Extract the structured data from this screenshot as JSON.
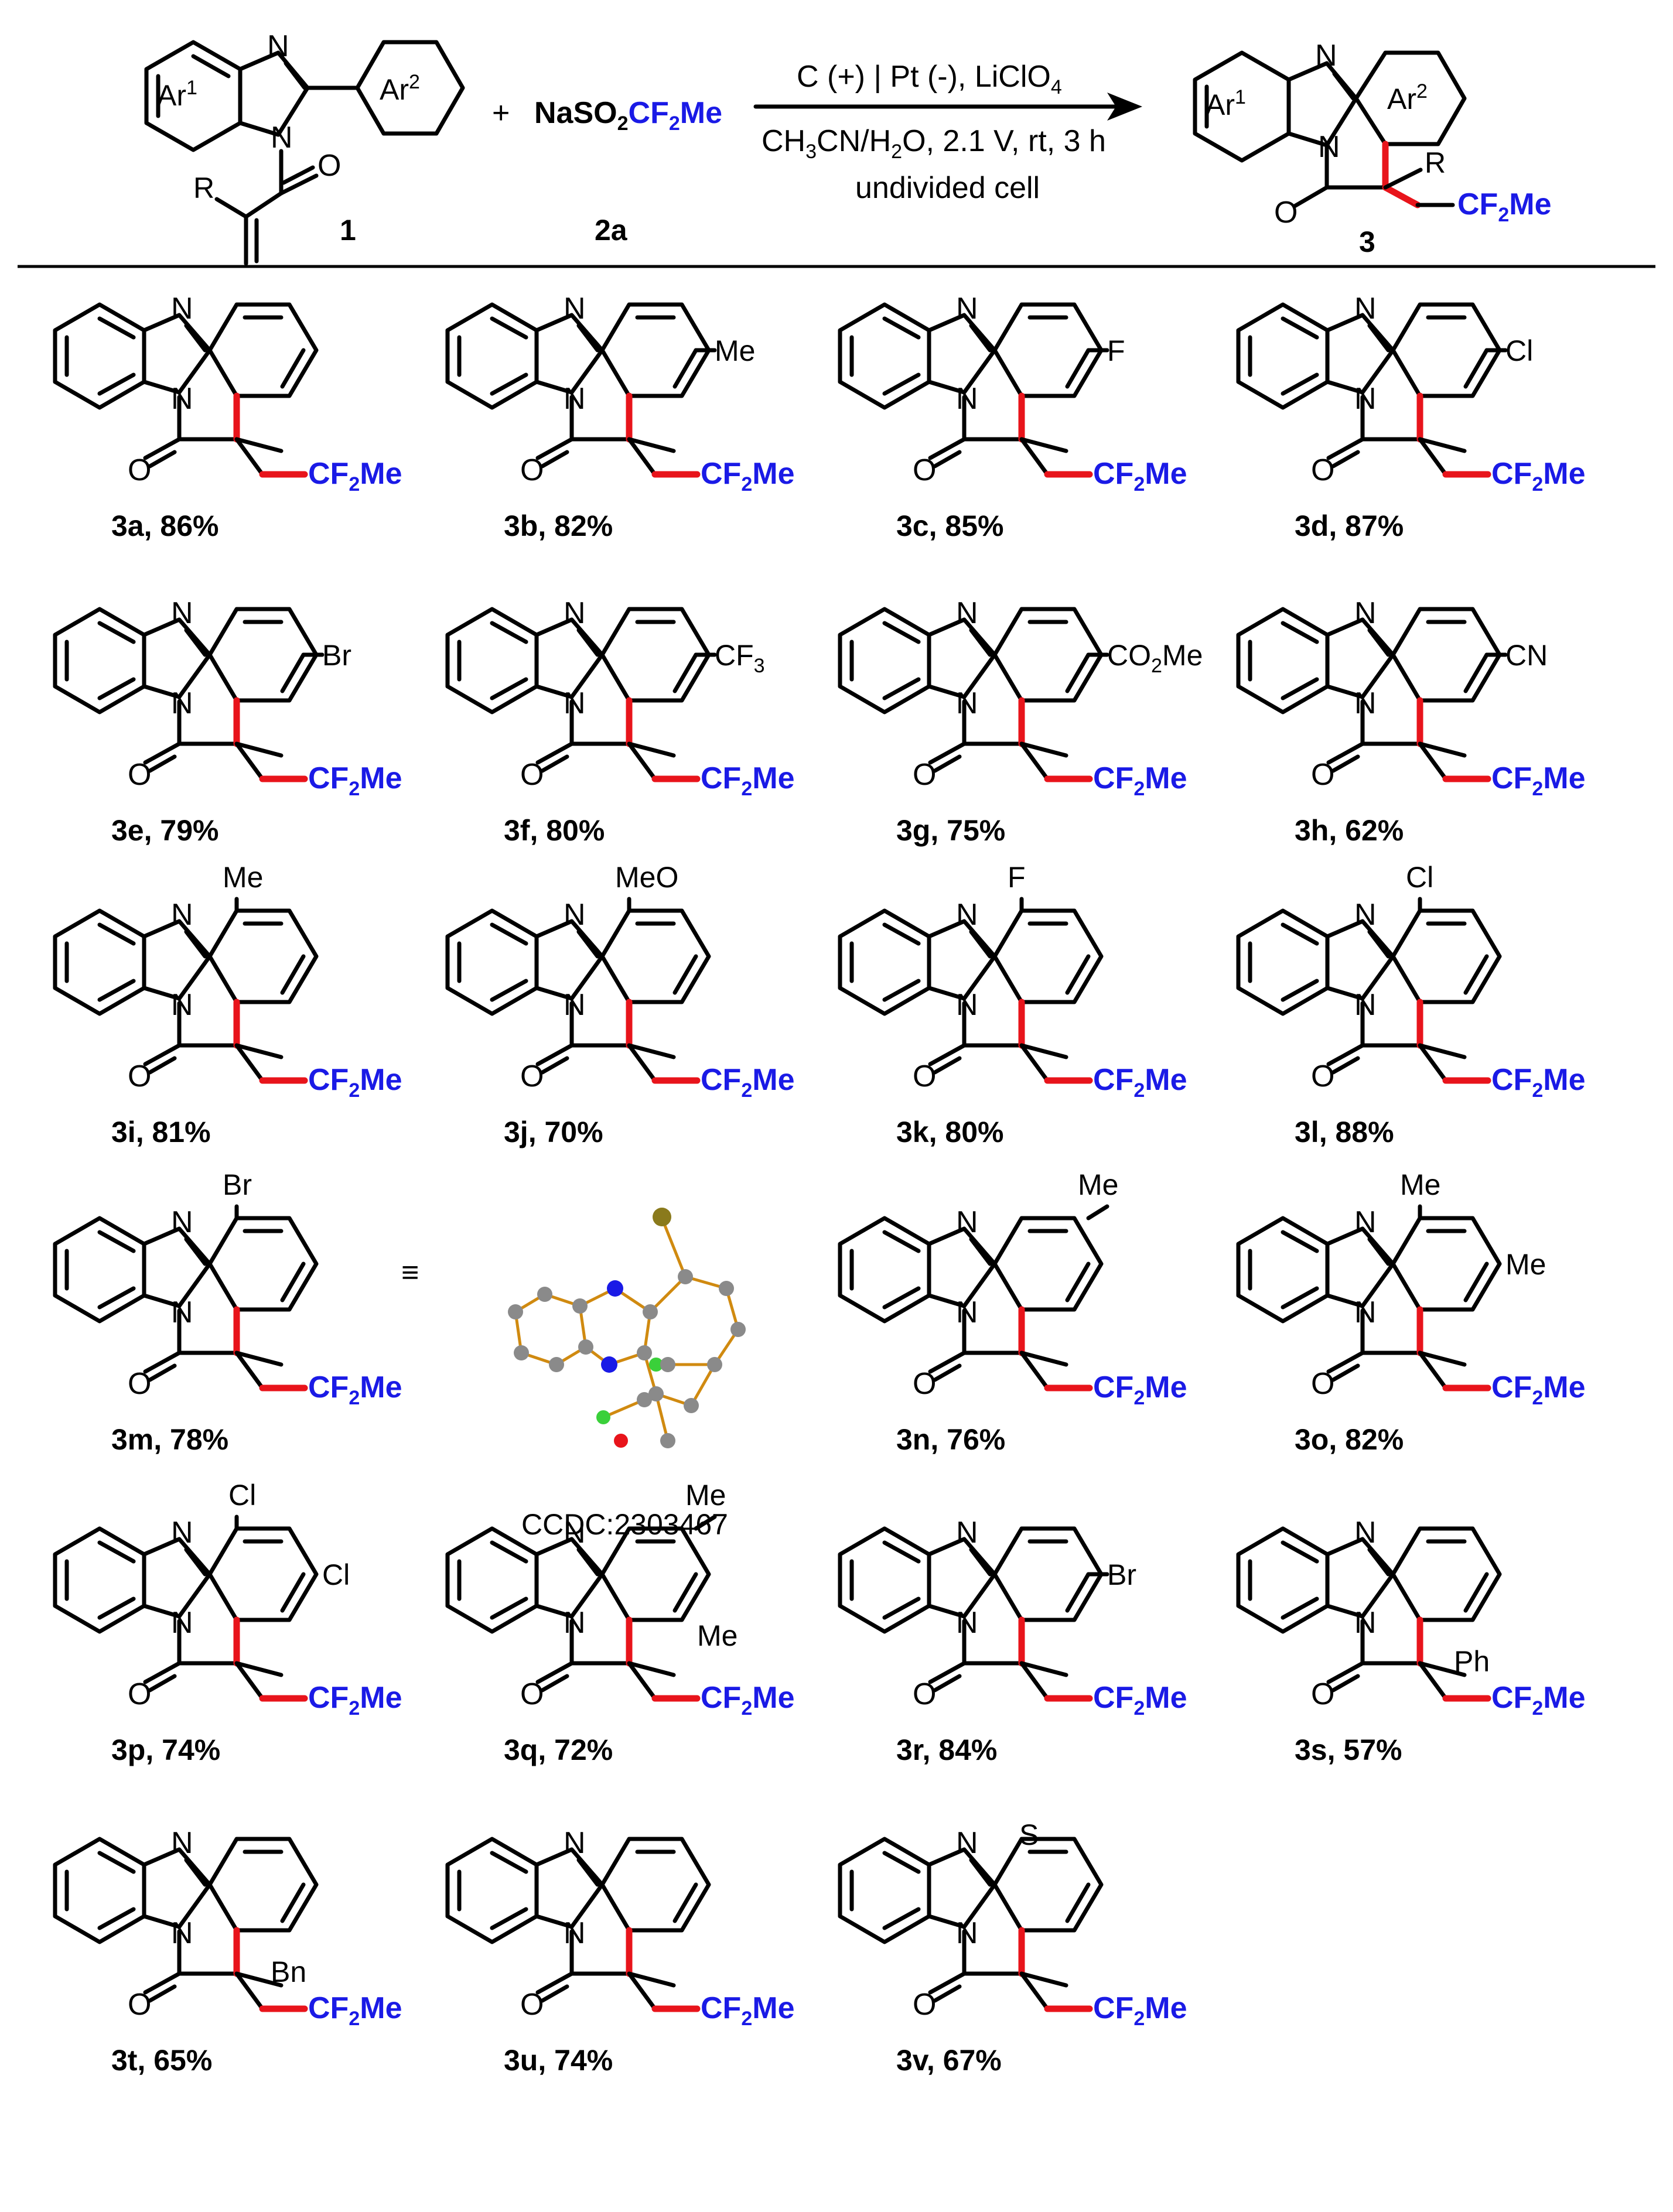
{
  "reaction": {
    "reactant1": {
      "label": "1",
      "ring_a": "Ar",
      "ring_a_sup": "1",
      "ring_b": "Ar",
      "ring_b_sup": "2",
      "substituent": "R",
      "carbonyl": "O",
      "n_top": "N",
      "n_bottom": "N"
    },
    "plus": "+",
    "reagent": {
      "label": "2a",
      "prefix": "NaSO",
      "sub2": "2",
      "suffix": "CF",
      "sub2b": "2",
      "tail": "Me"
    },
    "conditions": {
      "line1": "C (+) | Pt (-), LiClO",
      "line1_sub": "4",
      "line2_a": "CH",
      "line2_sub1": "3",
      "line2_b": "CN/H",
      "line2_sub2": "2",
      "line2_c": "O, 2.1 V, rt, 3 h",
      "line3": "undivided cell"
    },
    "product": {
      "label": "3",
      "ring_a": "Ar",
      "ring_a_sup": "1",
      "ring_b": "Ar",
      "ring_b_sup": "2",
      "substituent": "R",
      "carbonyl": "O",
      "n_top": "N",
      "n_bottom": "N"
    }
  },
  "group": {
    "cf": "CF",
    "sub": "2",
    "me": "Me",
    "n": "N",
    "o": "O"
  },
  "compounds": [
    {
      "id": "3a",
      "yield": "3a, 86%",
      "sub": ""
    },
    {
      "id": "3b",
      "yield": "3b, 82%",
      "sub": "Me"
    },
    {
      "id": "3c",
      "yield": "3c, 85%",
      "sub": "F"
    },
    {
      "id": "3d",
      "yield": "3d, 87%",
      "sub": "Cl"
    },
    {
      "id": "3e",
      "yield": "3e, 79%",
      "sub": "Br"
    },
    {
      "id": "3f",
      "yield": "3f, 80%",
      "sub": "CF",
      "sub_sub": "3"
    },
    {
      "id": "3g",
      "yield": "3g, 75%",
      "sub": "CO",
      "sub_sub": "2",
      "sub_tail": "Me"
    },
    {
      "id": "3h",
      "yield": "3h, 62%",
      "sub": "CN"
    },
    {
      "id": "3i",
      "yield": "3i, 81%",
      "sub": "Me"
    },
    {
      "id": "3j",
      "yield": "3j, 70%",
      "sub": "MeO"
    },
    {
      "id": "3k",
      "yield": "3k, 80%",
      "sub": "F"
    },
    {
      "id": "3l",
      "yield": "3l, 88%",
      "sub": "Cl"
    },
    {
      "id": "3m",
      "yield": "3m, 78%",
      "sub": "Br"
    },
    {
      "id": "3n",
      "yield": "3n, 76%",
      "sub": "Me"
    },
    {
      "id": "3o",
      "yield": "3o, 82%",
      "sub": "Me",
      "sub2": "Me"
    },
    {
      "id": "3p",
      "yield": "3p, 74%",
      "sub": "Cl",
      "sub2": "Cl"
    },
    {
      "id": "3q",
      "yield": "3q, 72%",
      "sub": "Me",
      "sub2": "Me"
    },
    {
      "id": "3r",
      "yield": "3r, 84%",
      "sub": "Br"
    },
    {
      "id": "3s",
      "yield": "3s, 57%",
      "sub": "",
      "r": "Ph"
    },
    {
      "id": "3t",
      "yield": "3t, 65%",
      "sub": "",
      "r": "Bn"
    },
    {
      "id": "3u",
      "yield": "3u, 74%",
      "sub": ""
    },
    {
      "id": "3v",
      "yield": "3v, 67%",
      "sub": "S"
    }
  ],
  "crystal": {
    "equiv": "≡",
    "ccdc": "CCDC:2303467"
  }
}
